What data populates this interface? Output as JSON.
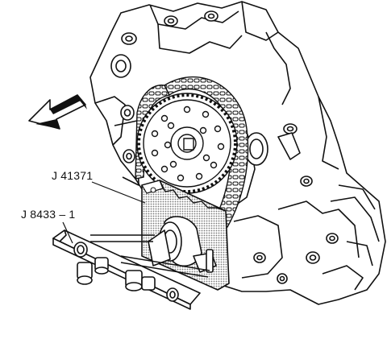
{
  "labels": {
    "tool_upper": "J 41371",
    "tool_lower": "J 8433 – 1"
  },
  "colors": {
    "ink": "#111111",
    "paper": "#ffffff",
    "plate_screen": "#8a8a8a"
  },
  "icons": {
    "direction": "front-of-engine-arrow"
  }
}
